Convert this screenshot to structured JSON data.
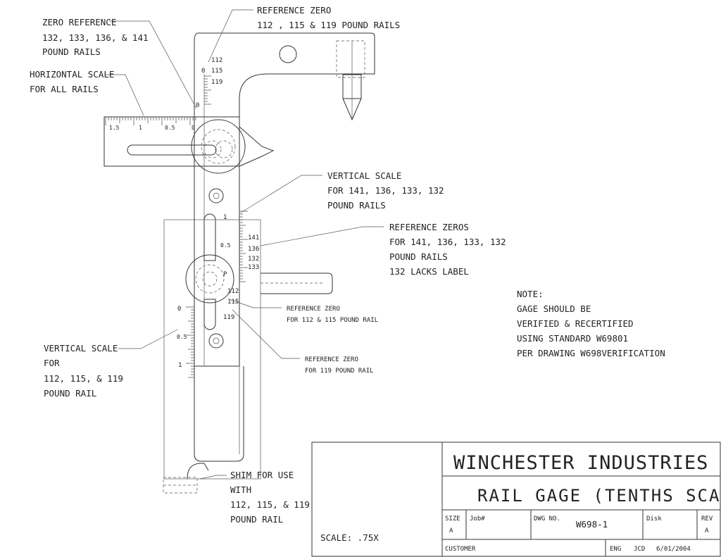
{
  "callouts": {
    "zero_reference_132": [
      "ZERO REFERENCE",
      "132, 133, 136, & 141",
      "POUND RAILS"
    ],
    "reference_zero_112": [
      "REFERENCE ZERO",
      "112 , 115 & 119  POUND RAILS"
    ],
    "horizontal_scale": [
      "HORIZONTAL SCALE",
      "FOR ALL RAILS"
    ],
    "vertical_scale_141": [
      "VERTICAL SCALE",
      "FOR 141, 136, 133, 132",
      "POUND RAILS"
    ],
    "reference_zeros_141": [
      "REFERENCE ZEROS",
      "FOR 141, 136, 133, 132",
      "POUND RAILS",
      "132 LACKS LABEL"
    ],
    "reference_zero_112_115": [
      "REFERENCE ZERO",
      "FOR 112 & 115 POUND RAIL"
    ],
    "reference_zero_119": [
      "REFERENCE ZERO",
      "FOR 119 POUND RAIL"
    ],
    "vertical_scale_112": [
      "VERTICAL SCALE",
      "FOR",
      "112, 115, & 119",
      "POUND RAIL"
    ],
    "shim": [
      "SHIM FOR USE",
      "WITH",
      "112, 115, & 119",
      "POUND RAIL"
    ]
  },
  "note": [
    "NOTE:",
    "GAGE SHOULD BE",
    "VERIFIED & RECERTIFIED",
    "USING STANDARD W69801",
    "PER DRAWING W698VERIFICATION"
  ],
  "scale_labels": {
    "horizontal": [
      "1.5",
      "1",
      "0.5",
      "0"
    ],
    "top_rails": [
      "112",
      "115",
      "119"
    ],
    "top_zero": "0",
    "horiz_zero": "0",
    "vertical_upper": [
      "1",
      "0.5"
    ],
    "upper_rails": [
      "141",
      "136",
      "132",
      "133"
    ],
    "vertical_lower": [
      "0",
      "0.5",
      "1"
    ],
    "lower_rails": [
      "112",
      "115",
      "119"
    ],
    "p_mark": "P"
  },
  "title_block": {
    "company": "WINCHESTER INDUSTRIES INC.",
    "title": "RAIL GAGE (TENTHS SCALE)",
    "size_label": "SIZE",
    "size_value": "A",
    "job_label": "Job#",
    "dwg_label": "DWG NO.",
    "dwg_value": "W698-1",
    "disk_label": "Disk",
    "rev_label": "REV",
    "rev_value": "A",
    "customer_label": "CUSTOMER",
    "eng_label": "ENG",
    "eng_initials": "JCD",
    "date": "6/01/2004",
    "scale": "SCALE: .75X"
  }
}
